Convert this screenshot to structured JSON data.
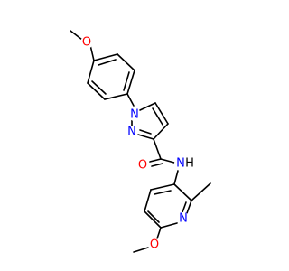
{
  "colors": {
    "bond": "#000000",
    "oxygen": "#ff0000",
    "nitrogen": "#0000ff",
    "hydrogen": "#000000",
    "background": "#ffffff"
  },
  "atoms": {
    "o_methoxy_top": {
      "text": "O",
      "element": "oxygen"
    },
    "n_pyrazole_1": {
      "text": "N",
      "element": "nitrogen"
    },
    "n_pyrazole_2": {
      "text": "N",
      "element": "nitrogen"
    },
    "o_carbonyl": {
      "text": "O",
      "element": "oxygen"
    },
    "n_amide": {
      "text": "N",
      "element": "nitrogen"
    },
    "h_amide": {
      "text": "H",
      "element": "hydrogen"
    },
    "n_pyridine": {
      "text": "N",
      "element": "nitrogen"
    },
    "o_methoxy_bottom": {
      "text": "O",
      "element": "oxygen"
    }
  }
}
